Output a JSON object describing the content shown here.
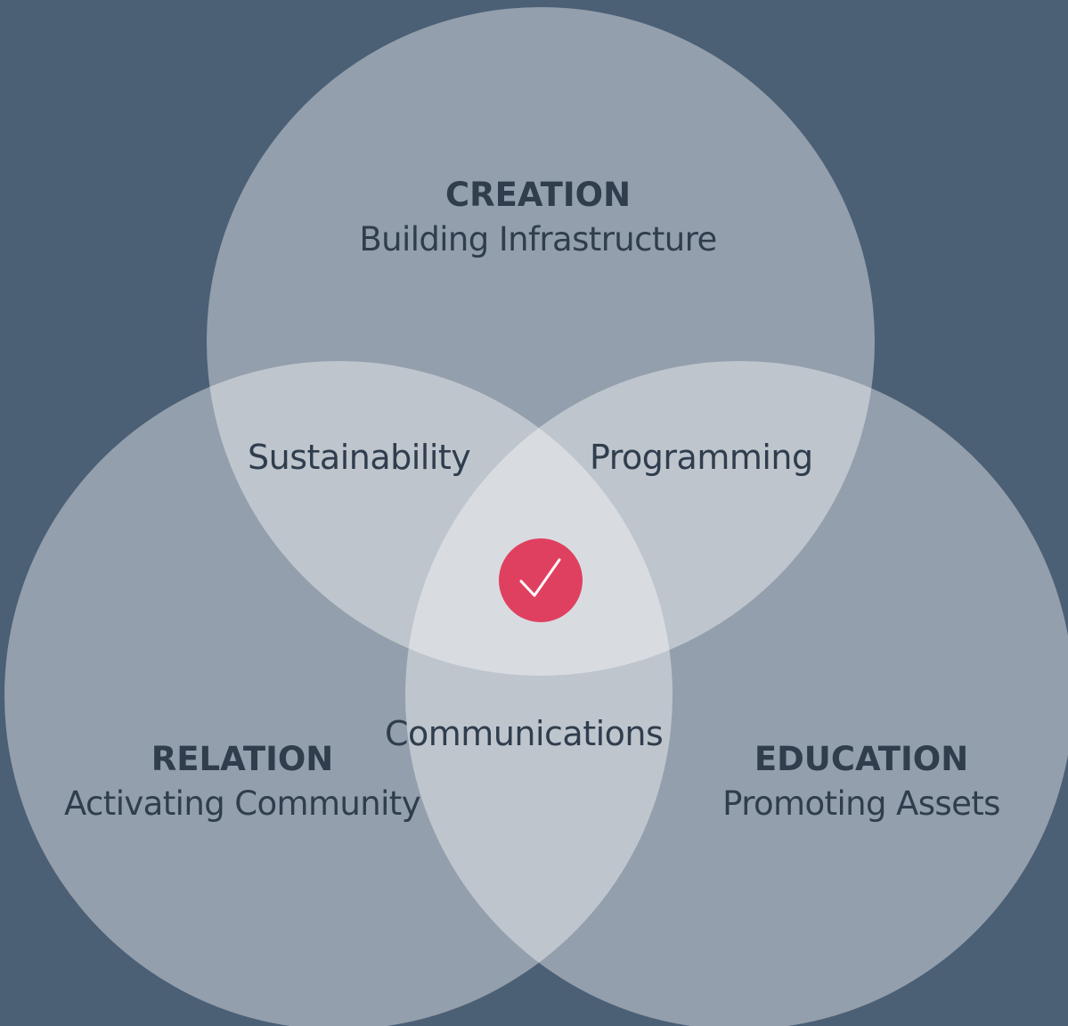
{
  "colors": {
    "background": "#4b5f75",
    "circle_fill": "#ffffff",
    "text": "#2f3d4d",
    "check_badge": "#e0405f",
    "check_mark": "#ffffff"
  },
  "sets": {
    "creation": {
      "title": "CREATION",
      "subtitle": "Building Infrastructure"
    },
    "relation": {
      "title": "RELATION",
      "subtitle": "Activating Community"
    },
    "education": {
      "title": "EDUCATION",
      "subtitle": "Promoting Assets"
    }
  },
  "overlaps": {
    "creation_relation": "Sustainability",
    "creation_education": "Programming",
    "relation_education": "Communications"
  },
  "center": {
    "icon": "check-icon"
  }
}
